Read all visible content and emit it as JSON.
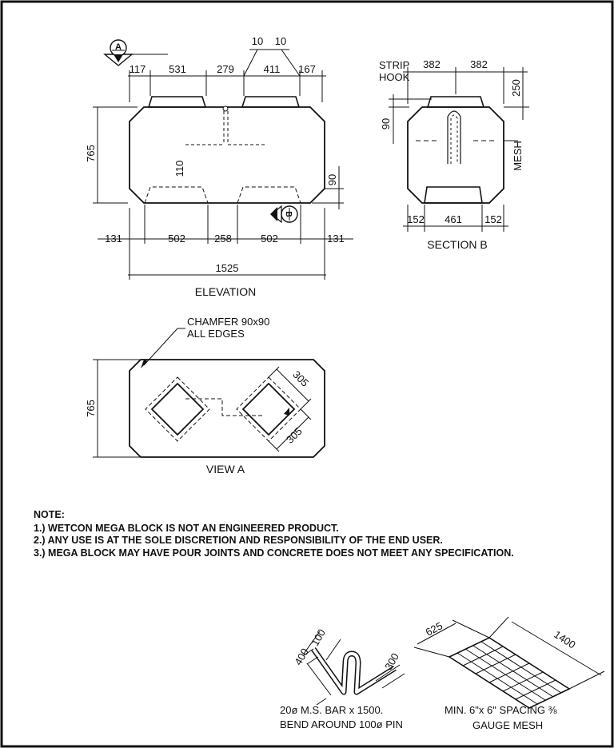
{
  "elevation": {
    "title": "ELEVATION",
    "marker_a": "A",
    "marker_b": "B",
    "top_dims": [
      "117",
      "531",
      "279",
      "411",
      "167"
    ],
    "top_offsets": [
      "10",
      "10"
    ],
    "height": "765",
    "bottom_dims": [
      "131",
      "502",
      "258",
      "502",
      "131"
    ],
    "overall_length": "1525",
    "inner_height": "110",
    "recess_height": "90"
  },
  "section_b": {
    "title": "SECTION B",
    "strip_label": "STRIP",
    "hook_label": "HOOK",
    "top_dims": [
      "382",
      "382"
    ],
    "top_height": "250",
    "hook_height": "90",
    "mesh_label": "MESH",
    "bottom_dims": [
      "152",
      "461",
      "152"
    ]
  },
  "view_a": {
    "title": "VIEW A",
    "chamfer_line1": "CHAMFER 90x90",
    "chamfer_line2": "ALL EDGES",
    "height": "765",
    "pocket_dims": [
      "305",
      "305"
    ]
  },
  "notes": {
    "heading": "NOTE:",
    "items": [
      "1.) WETCON MEGA BLOCK IS NOT AN ENGINEERED PRODUCT.",
      "2.) ANY USE IS AT THE SOLE DISCRETION AND RESPONSIBILITY OF THE END USER.",
      "3.) MEGA BLOCK MAY HAVE POUR JOINTS AND CONCRETE DOES NOT MEET ANY SPECIFICATION."
    ]
  },
  "bar_detail": {
    "dims": [
      "100",
      "400",
      "300"
    ],
    "caption_line1": "20ø M.S. BAR x 1500.",
    "caption_line2": "BEND AROUND 100ø PIN"
  },
  "mesh_detail": {
    "dims": [
      "625",
      "1400"
    ],
    "caption_line1": "MIN. 6\"x 6\" SPACING ⅜",
    "caption_line2": "GAUGE MESH"
  }
}
